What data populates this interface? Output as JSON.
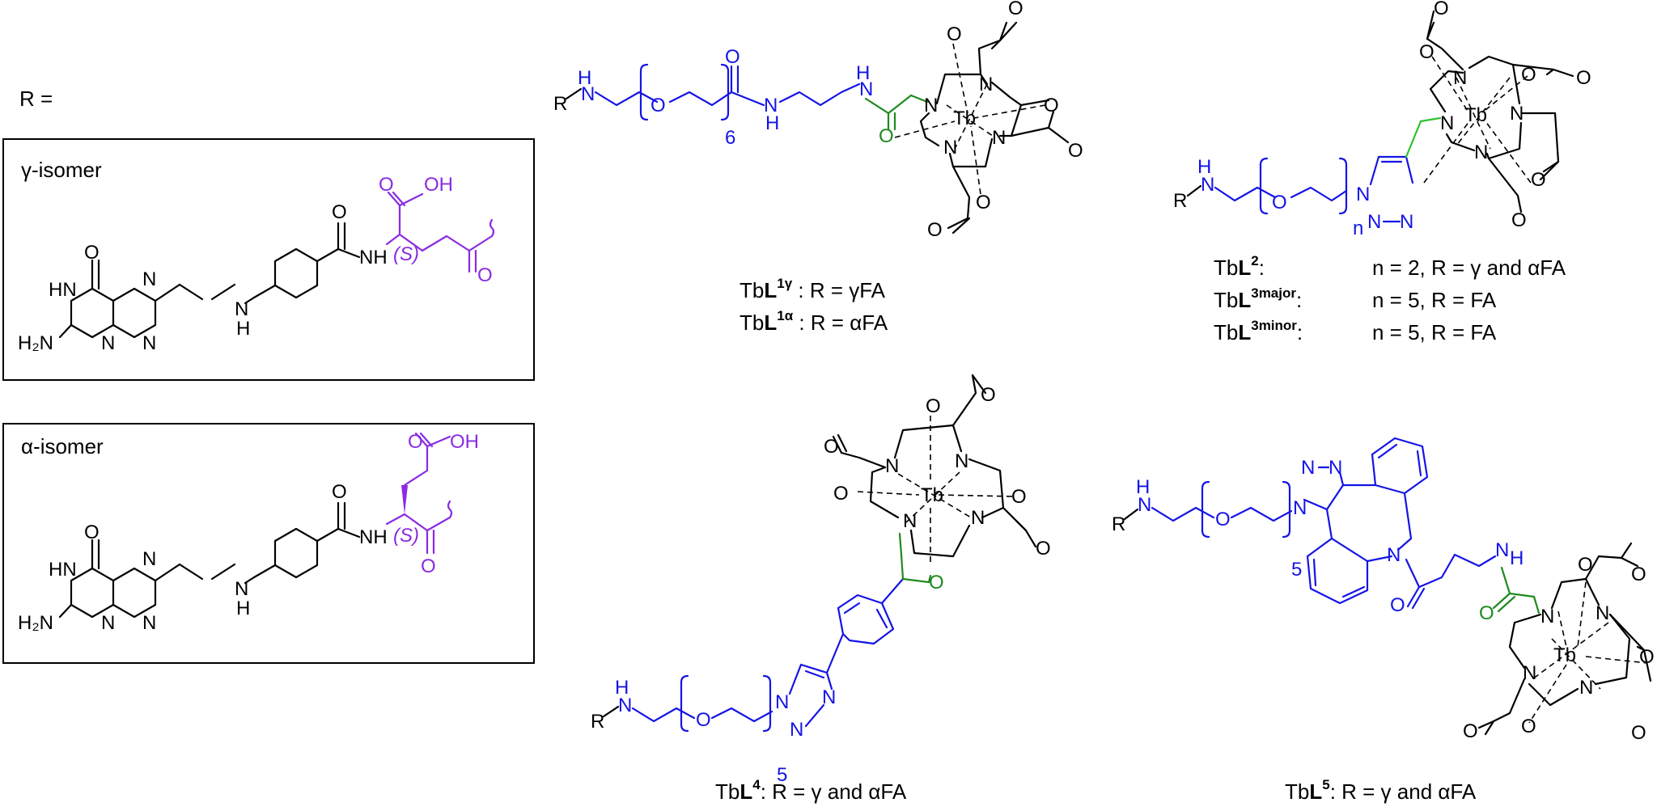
{
  "r_label": "R =",
  "gamma_box": {
    "title": "γ-isomer"
  },
  "alpha_box": {
    "title": "α-isomer"
  },
  "stereo_label": "(S)",
  "atoms": {
    "O": "O",
    "OH": "OH",
    "N": "N",
    "H": "H",
    "HN": "HN",
    "H2N": "H₂N",
    "NH": "NH",
    "R": "R",
    "Tb": "Tb"
  },
  "repeat_6": "6",
  "repeat_5": "5",
  "repeat_n": "n",
  "captions": {
    "tbl1g": {
      "prefix": "Tb",
      "bold": "L",
      "sup": "1γ",
      "rest": " :  R = γFA"
    },
    "tbl1a": {
      "prefix": "Tb",
      "bold": "L",
      "sup": "1α",
      "rest": " : R = αFA"
    },
    "tbl2": {
      "prefix": "Tb",
      "bold": "L",
      "sup": "2",
      "rest": ":",
      "value": "n = 2, R = γ and αFA"
    },
    "tbl3major": {
      "prefix": "Tb",
      "bold": "L",
      "sup": "3major",
      "rest": ":",
      "value": "n = 5, R = FA"
    },
    "tbl3minor": {
      "prefix": "Tb",
      "bold": "L",
      "sup": "3minor",
      "rest": ":",
      "value": "n = 5, R = FA"
    },
    "tbl4": {
      "prefix": "Tb",
      "bold": "L",
      "sup": "4",
      "rest": ": R = γ and αFA"
    },
    "tbl5": {
      "prefix": "Tb",
      "bold": "L",
      "sup": "5",
      "rest": ": R = γ and αFA"
    }
  },
  "colors": {
    "linker": "#1414e6",
    "amide": "#1f8a1f",
    "triazole_link": "#2fbf2f",
    "glutamate": "#8a2be2",
    "structure": "#000000"
  }
}
